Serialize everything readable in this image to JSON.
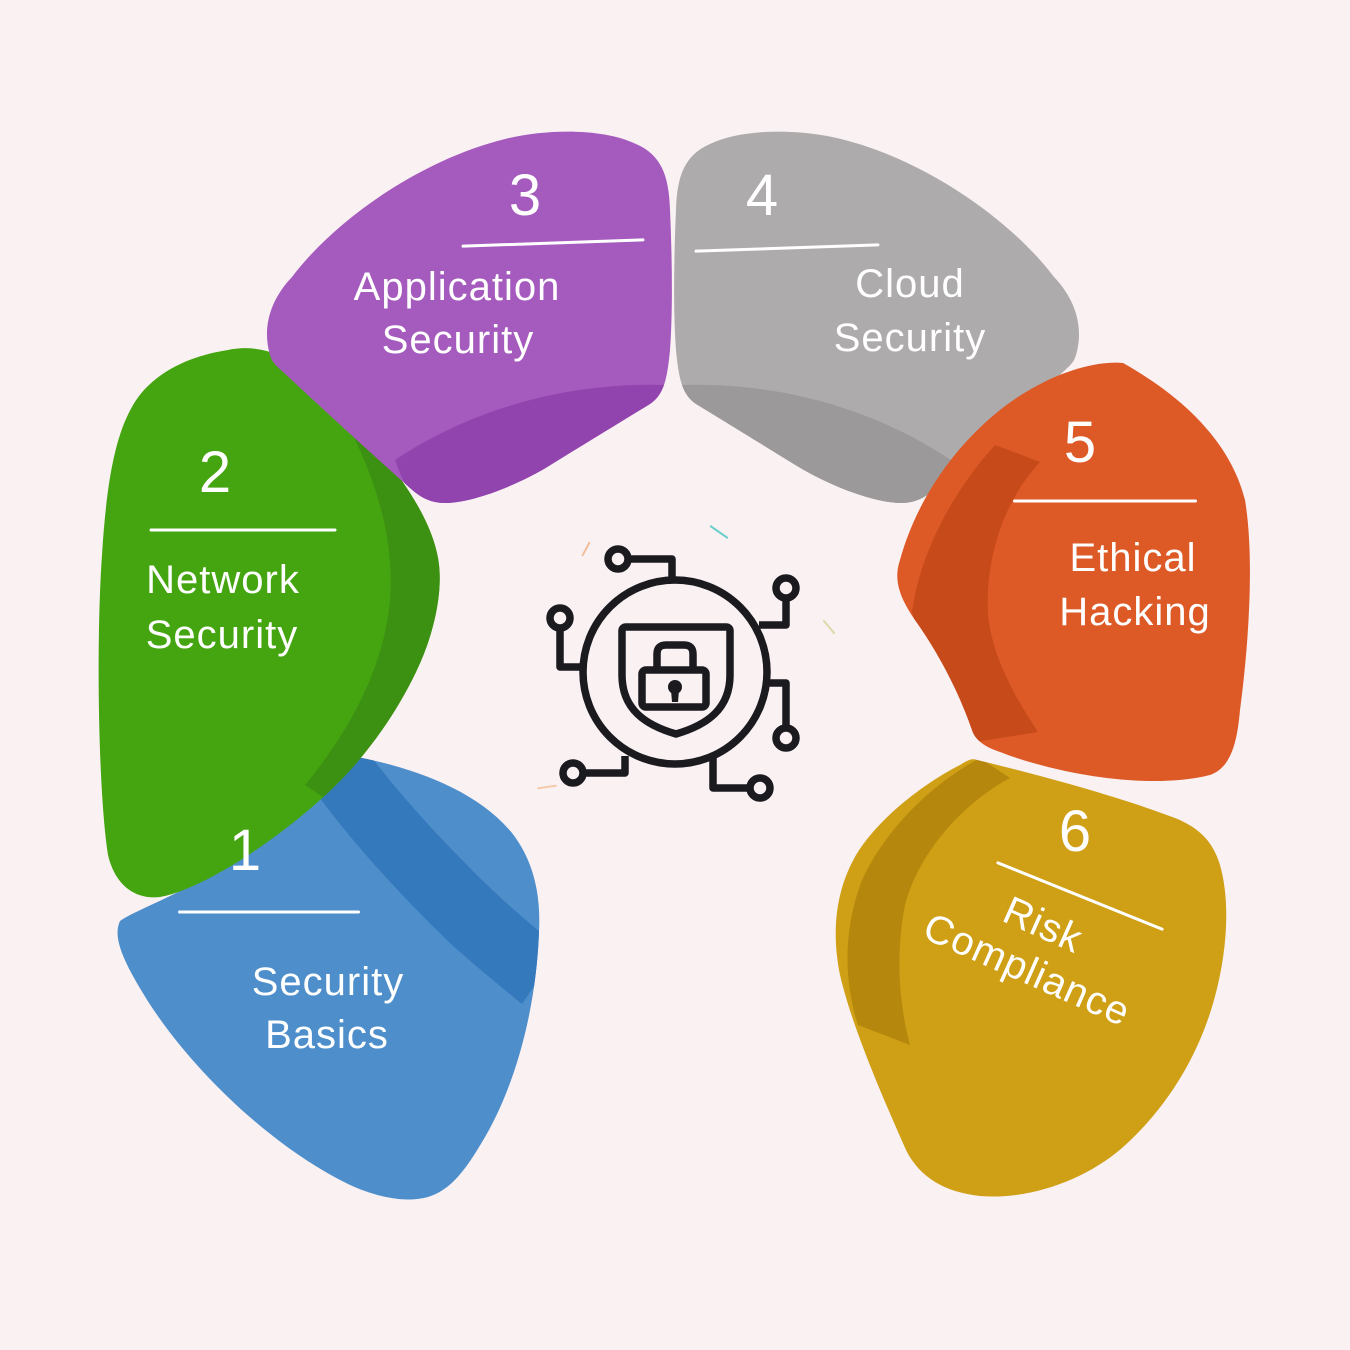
{
  "background_color": "#faf1f3",
  "text_color": "#ffffff",
  "segments": [
    {
      "number": "1",
      "label_lines": [
        "Security",
        "Basics"
      ],
      "color": "#4d8ecb",
      "dark_color": "#3579bd"
    },
    {
      "number": "2",
      "label_lines": [
        "Network",
        "Security"
      ],
      "color": "#44a510",
      "dark_color": "#3c9012"
    },
    {
      "number": "3",
      "label_lines": [
        "Application",
        "Security"
      ],
      "color": "#a55bbd",
      "dark_color": "#9144ae"
    },
    {
      "number": "4",
      "label_lines": [
        "Cloud",
        "Security"
      ],
      "color": "#aeabac",
      "dark_color": "#9c999a"
    },
    {
      "number": "5",
      "label_lines": [
        "Ethical",
        "Hacking"
      ],
      "color": "#dd5926",
      "dark_color": "#c64a1a"
    },
    {
      "number": "6",
      "label_lines": [
        "Risk",
        "Compliance"
      ],
      "color": "#cf9f16",
      "dark_color": "#b5880d"
    }
  ],
  "center_icon": {
    "name": "shield-lock-circuit-icon",
    "color": "#1a1a1f"
  },
  "decor_dashes": [
    {
      "color": "#4cc8c4"
    },
    {
      "color": "#f0b488"
    },
    {
      "color": "#f3c39b"
    },
    {
      "color": "#d8d49a"
    }
  ]
}
